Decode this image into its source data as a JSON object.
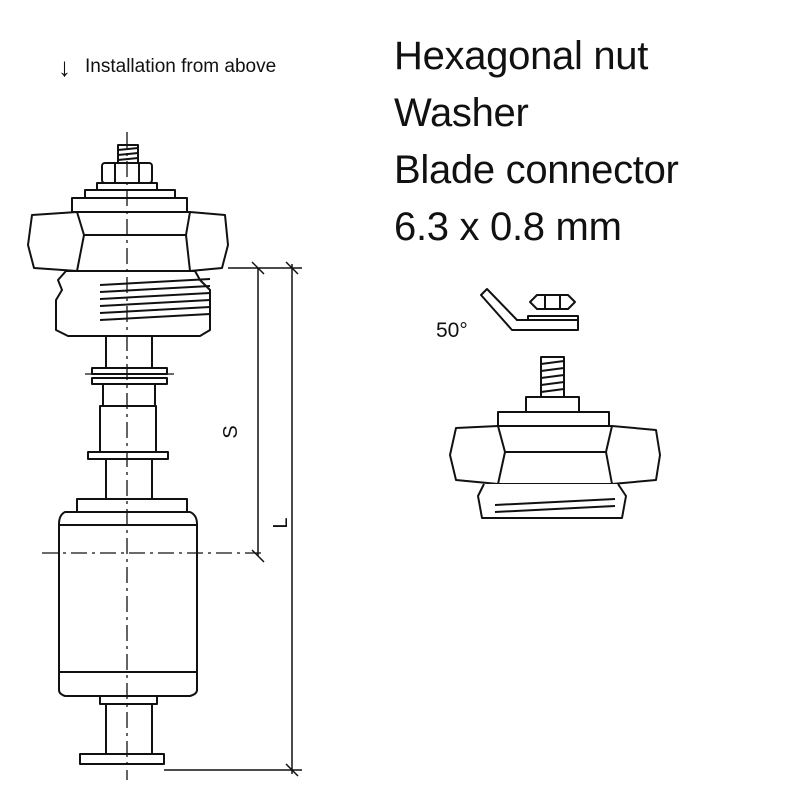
{
  "caption": {
    "icon": "down-arrow-icon",
    "text": "Installation from above"
  },
  "parts": [
    "Hexagonal nut",
    "Washer",
    "Blade connector",
    "6.3 x 0.8 mm"
  ],
  "dimensions": {
    "stroke": "S",
    "length": "L"
  },
  "angle_label": "50°"
}
